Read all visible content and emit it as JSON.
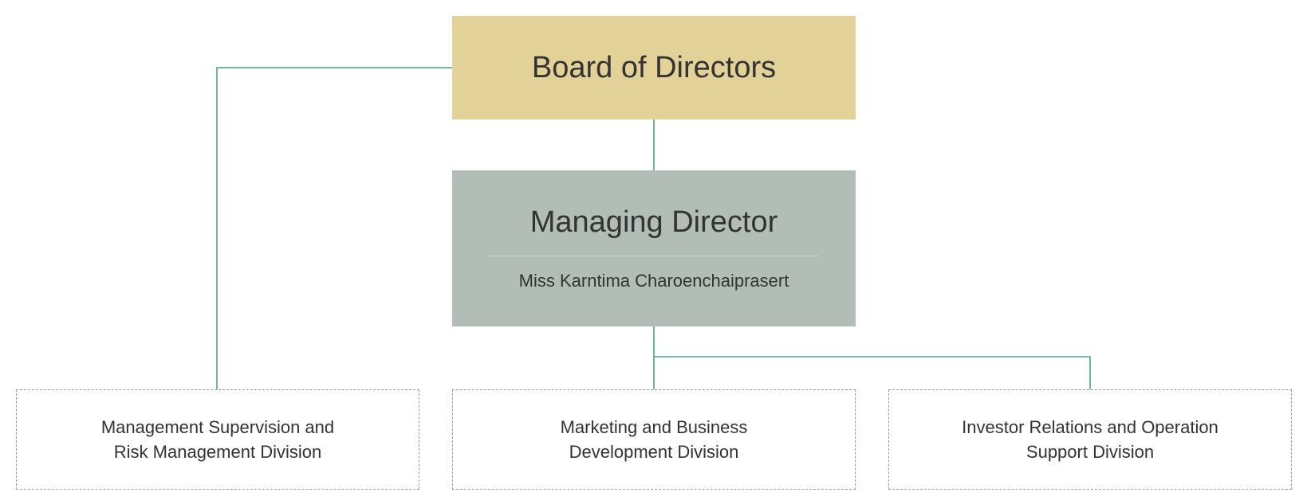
{
  "colors": {
    "connector": "#4aa48c",
    "board_fill": "#e3d298",
    "md_fill": "#b3bdb8",
    "division_border": "#9a9a9a",
    "text": "#333333"
  },
  "board": {
    "title": "Board of Directors"
  },
  "managing_director": {
    "title": "Managing Director",
    "person": "Miss Karntima Charoenchaiprasert"
  },
  "divisions": [
    {
      "line1": "Management Supervision and",
      "line2": "Risk Management Division"
    },
    {
      "line1": "Marketing and Business",
      "line2": "Development Division"
    },
    {
      "line1": "Investor Relations and Operation",
      "line2": "Support Division"
    }
  ]
}
